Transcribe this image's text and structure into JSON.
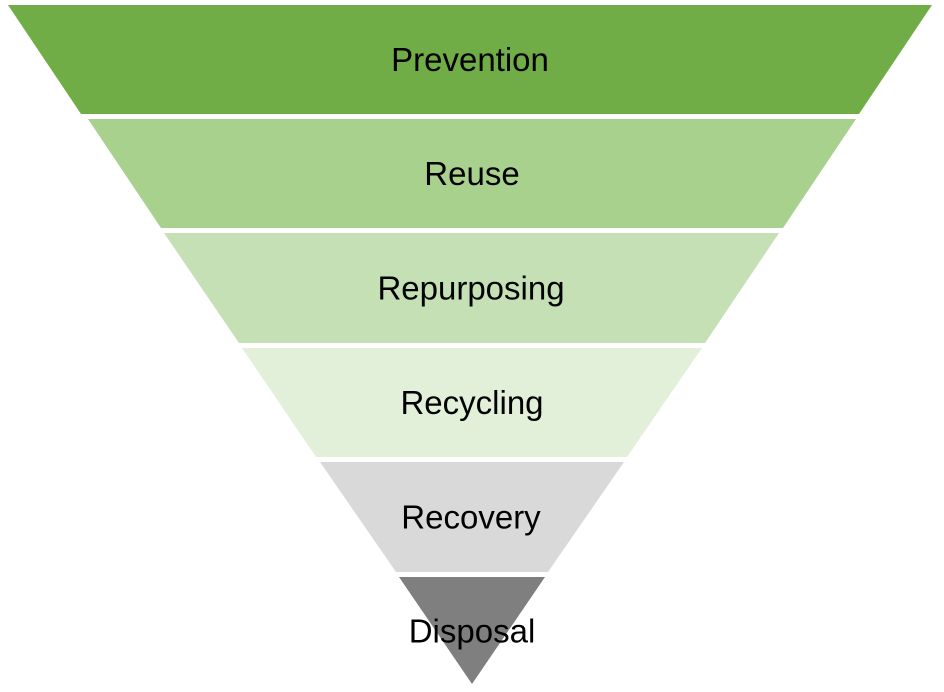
{
  "tiers": [
    {
      "label": "Prevention",
      "color": "#70ad47"
    },
    {
      "label": "Reuse",
      "color": "#a9d18e"
    },
    {
      "label": "Repurposing",
      "color": "#c5e0b4"
    },
    {
      "label": "Recycling",
      "color": "#e2f0d9"
    },
    {
      "label": "Recovery",
      "color": "#d9d9d9"
    },
    {
      "label": "Disposal",
      "color": "#7f7f7f"
    }
  ]
}
